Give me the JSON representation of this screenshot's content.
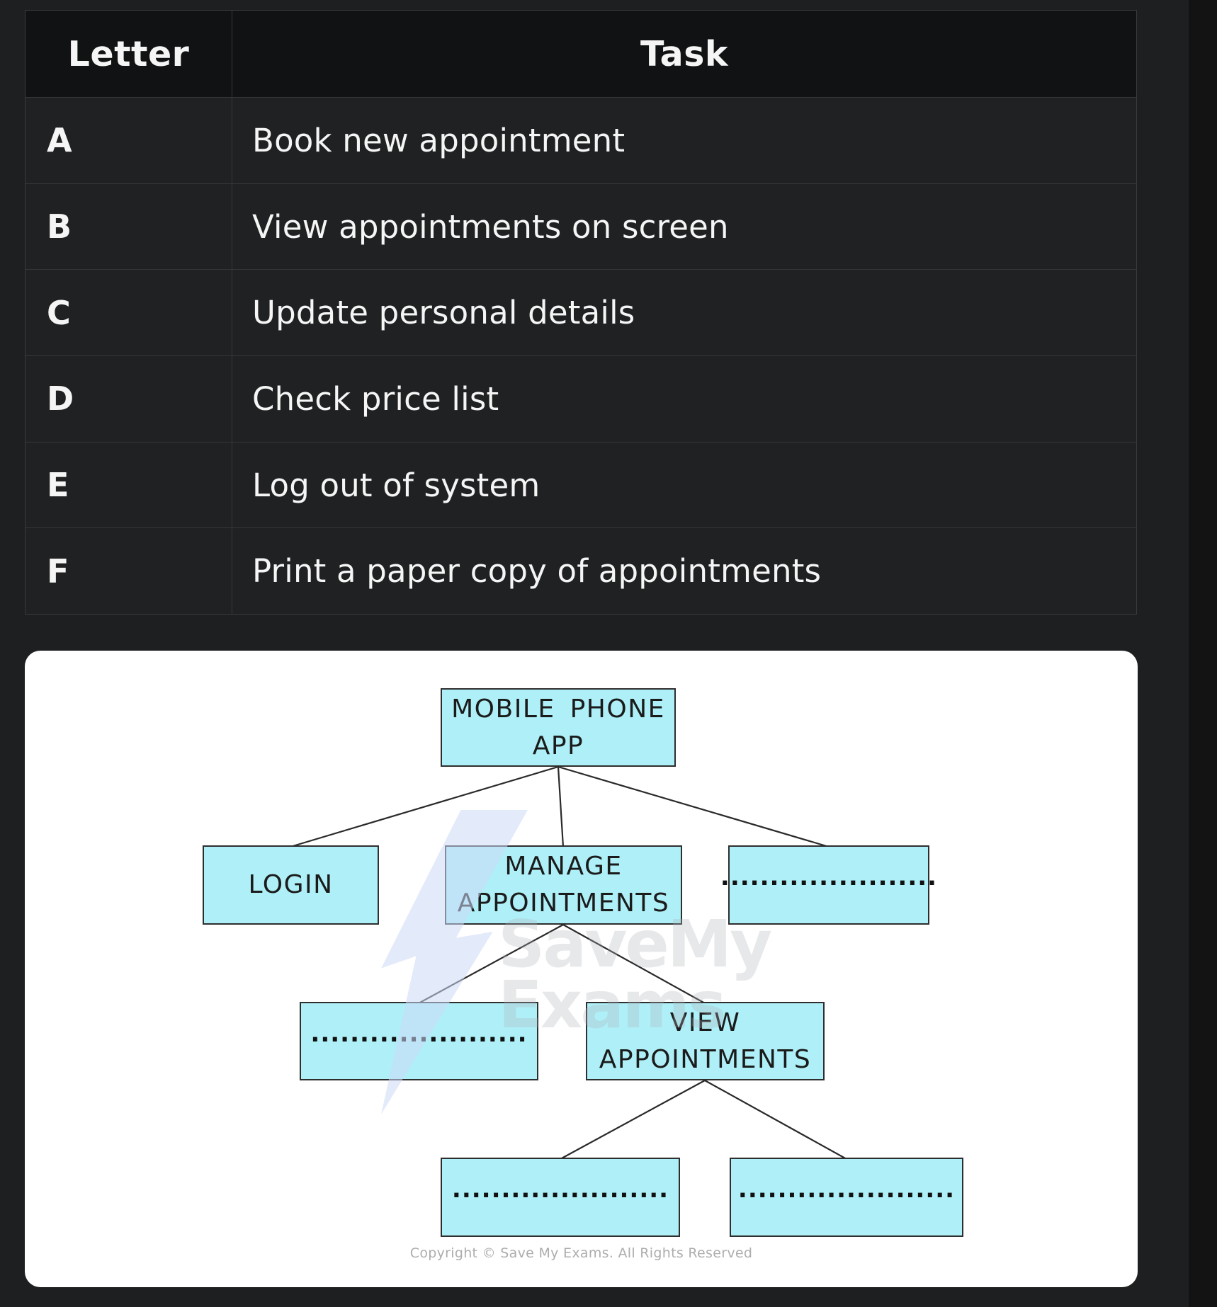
{
  "table": {
    "headers": {
      "letter": "Letter",
      "task": "Task"
    },
    "rows": [
      {
        "letter": "A",
        "task": "Book new appointment"
      },
      {
        "letter": "B",
        "task": "View appointments on screen"
      },
      {
        "letter": "C",
        "task": "Update personal details"
      },
      {
        "letter": "D",
        "task": "Check price list"
      },
      {
        "letter": "E",
        "task": "Log out of system"
      },
      {
        "letter": "F",
        "task": "Print a paper copy of appointments"
      }
    ]
  },
  "diagram": {
    "nodes": {
      "root": {
        "line1": "MOBILE  PHONE",
        "line2": "APP"
      },
      "login": {
        "line1": "LOGIN"
      },
      "manage": {
        "line1": "MANAGE",
        "line2": "APPOINTMENTS"
      },
      "view": {
        "line1": "VIEW",
        "line2": "APPOINTMENTS"
      }
    },
    "placeholder_dots": "......................",
    "watermark": {
      "line1": "SaveMy",
      "line2": "Exams"
    },
    "copyright": "Copyright © Save My Exams. All Rights Reserved"
  },
  "colors": {
    "page_bg": "#1e1f20",
    "right_band_bg": "#131313",
    "table_header_bg": "#111213",
    "table_row_bg": "#202122",
    "table_border": "#3a3b3e",
    "table_text": "#f5f5f5",
    "card_bg": "#ffffff",
    "node_fill": "#aff0f8",
    "node_border": "#2e2e2e",
    "node_text": "#1b1b1b",
    "connector": "#2a2a2a",
    "copyright_text": "#adadad"
  }
}
